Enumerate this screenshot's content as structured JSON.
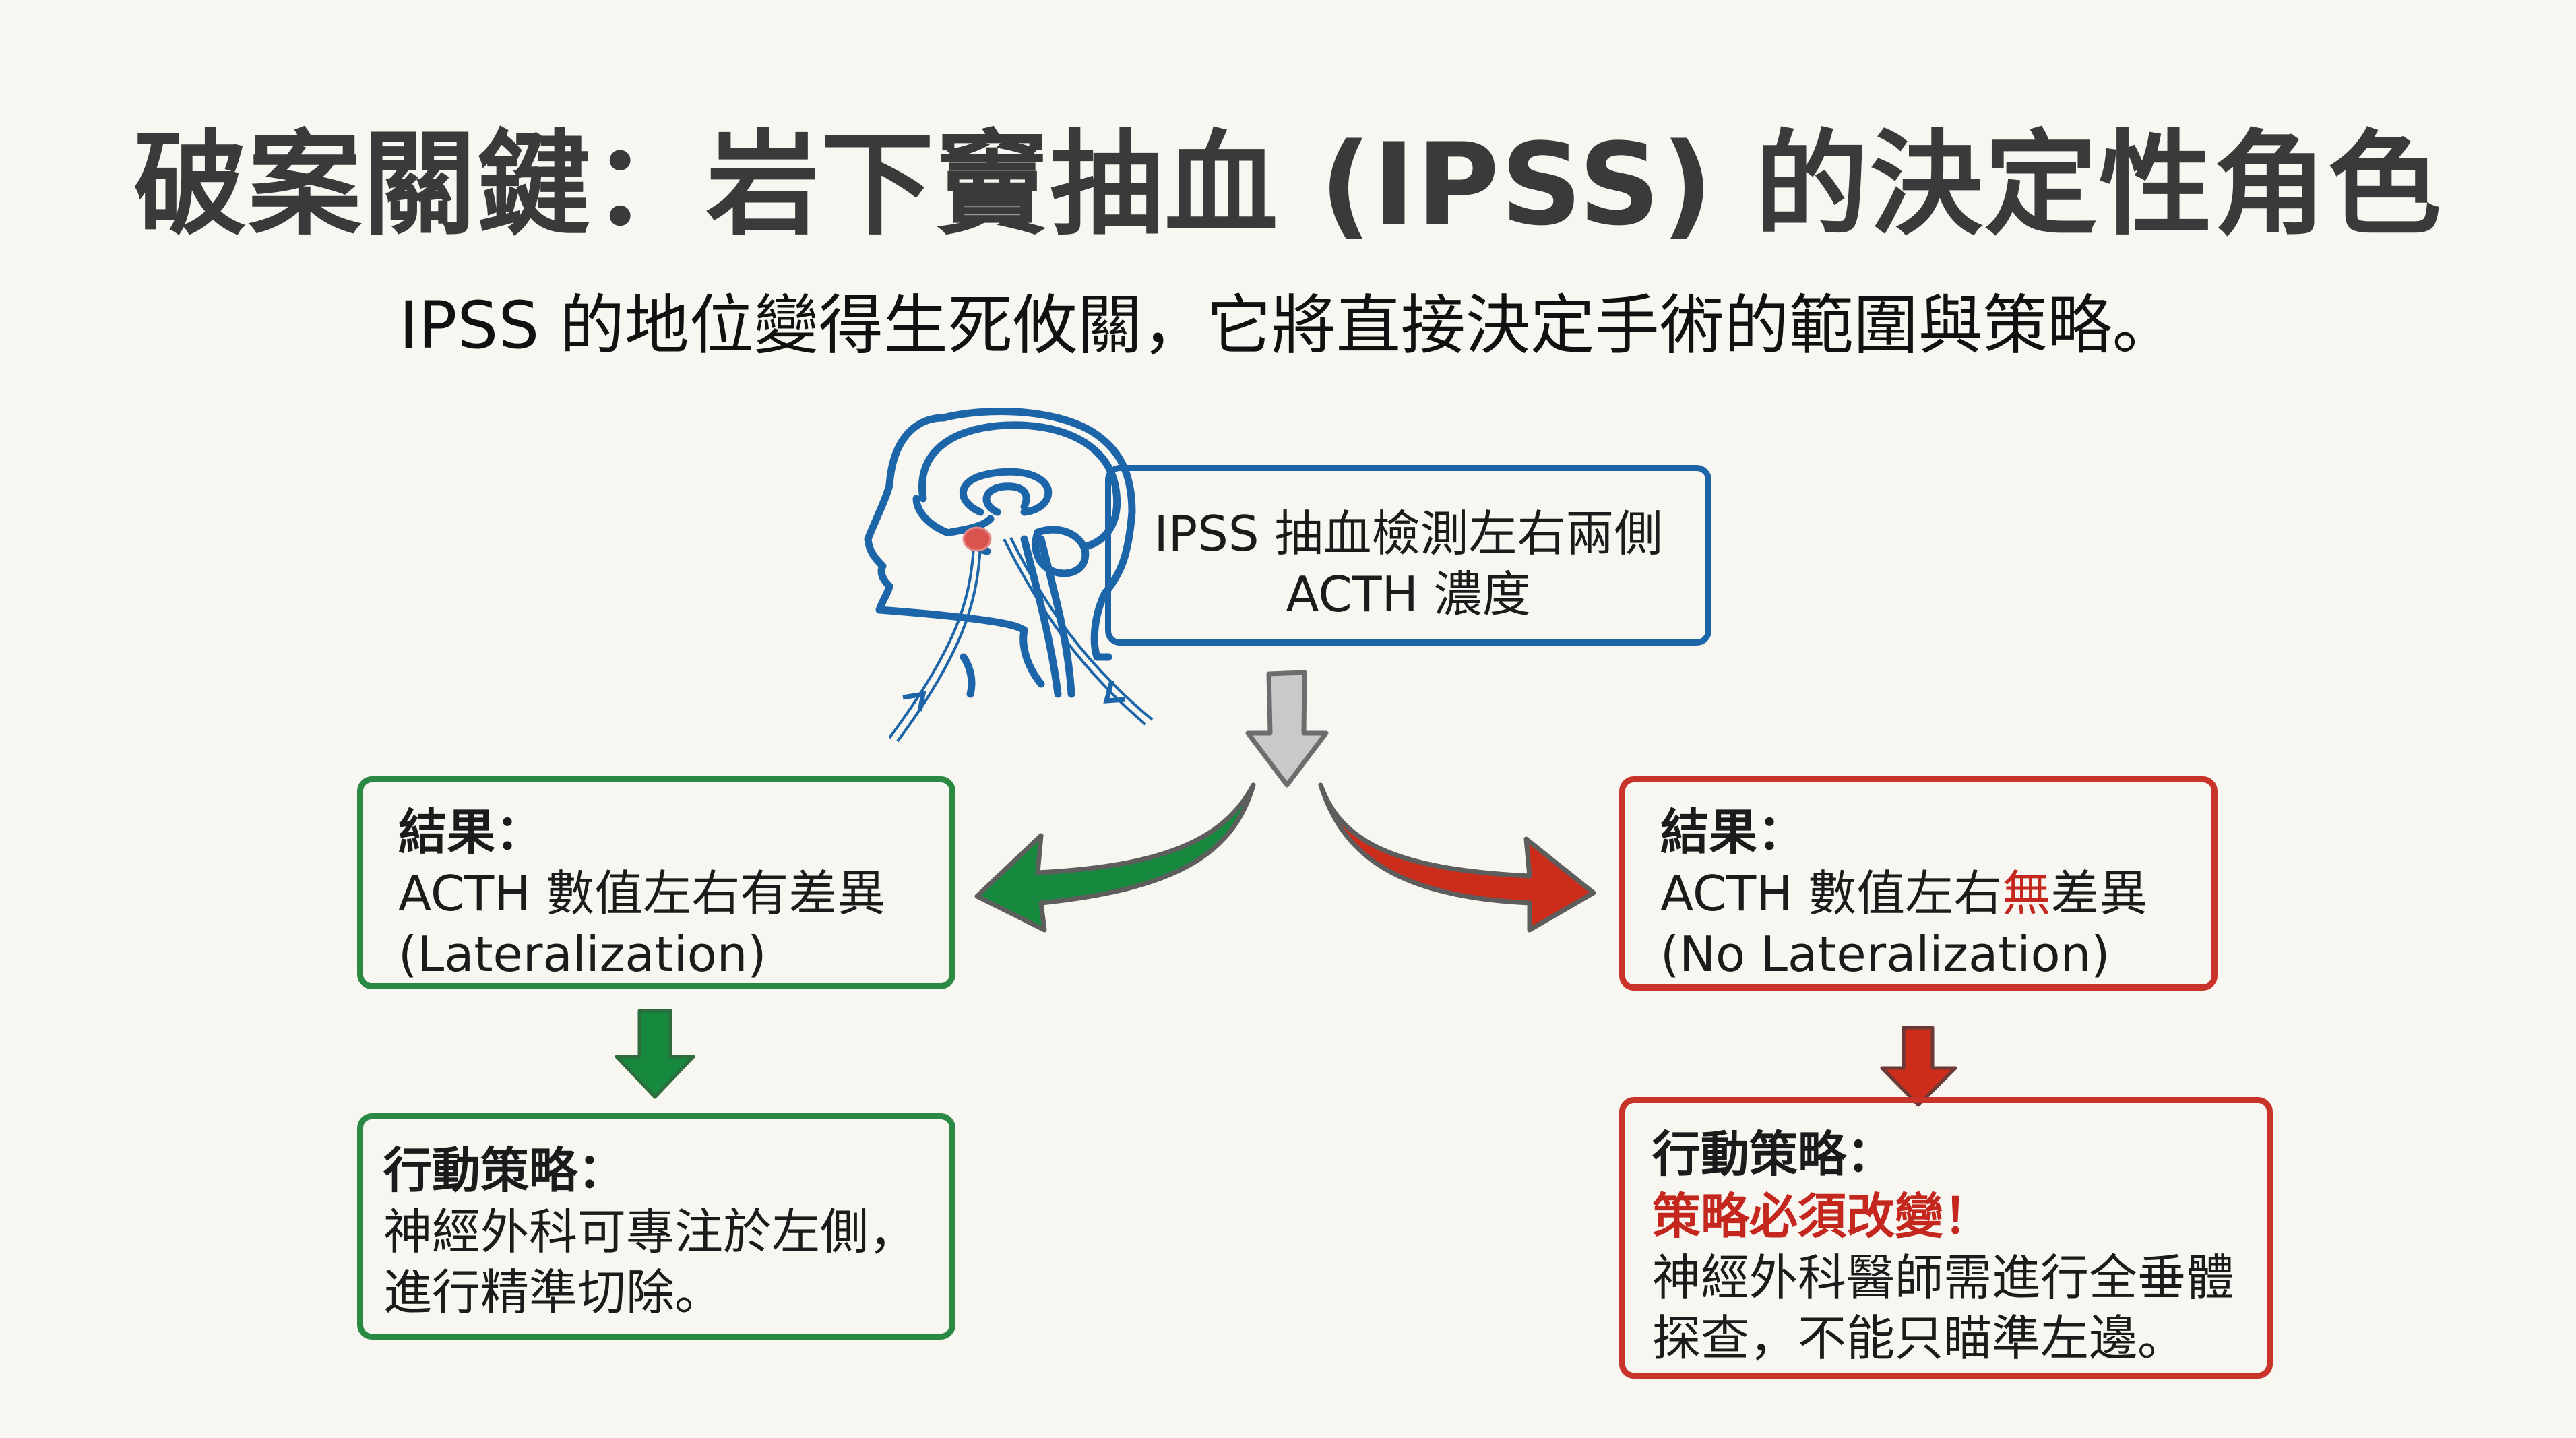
{
  "header": {
    "title": "破案關鍵：岩下竇抽血 (IPSS) 的決定性角色",
    "subtitle": "IPSS 的地位變得生死攸關，它將直接決定手術的範圍與策略。"
  },
  "top_box": {
    "line1": "IPSS 抽血檢測左右兩側",
    "line2": "ACTH 濃度"
  },
  "left_branch": {
    "result_heading": "結果：",
    "result_line1": "ACTH 數值左右有差異",
    "result_line2": "(Lateralization)",
    "action_heading": "行動策略：",
    "action_line1": "神經外科可專注於左側，",
    "action_line2": "進行精準切除。"
  },
  "right_branch": {
    "result_heading": "結果：",
    "result_line1_pre": "ACTH 數值左右",
    "result_line1_highlight": "無",
    "result_line1_post": "差異",
    "result_line2": "(No Lateralization)",
    "action_heading": "行動策略：",
    "action_alert": "策略必須改變！",
    "action_line1": "神經外科醫師需進行全垂體",
    "action_line2": "探查，不能只瞄準左邊。"
  },
  "colors": {
    "blue": "#1c65a8",
    "green": "#2a8a44",
    "red": "#c8332a",
    "gray_arrow": "#c9c9c9",
    "background": "#f8f6f0"
  },
  "icons": {
    "head": "head-sagittal-brain-icon",
    "pituitary": "pituitary-dot-icon",
    "catheter": "catheter-icon"
  }
}
